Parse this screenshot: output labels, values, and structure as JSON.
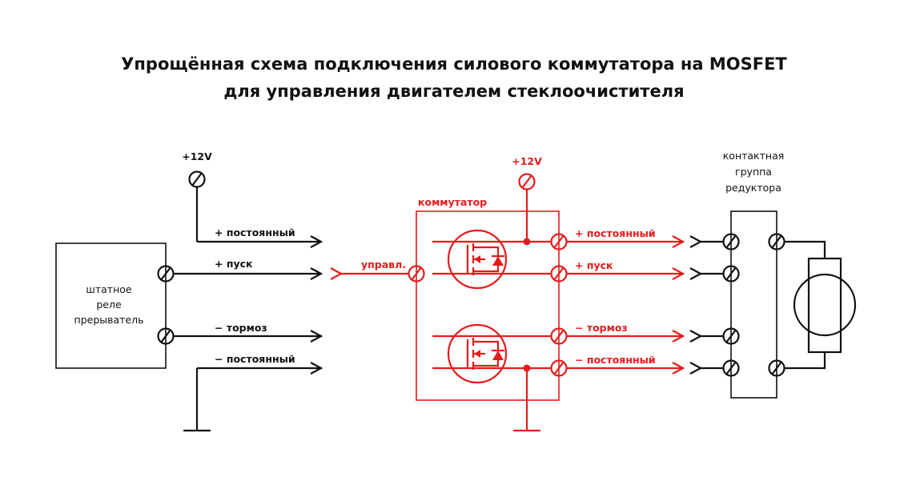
{
  "title_line1": "Упрощённая схема подключения силового коммутатора на MOSFET",
  "title_line2": "для управления двигателем стеклоочистителя",
  "colors": {
    "black": "#111111",
    "red": "#e31c1c"
  },
  "left": {
    "supply_label": "+12V",
    "relay_label": [
      "штатное",
      "реле",
      "прерыватель"
    ],
    "wire_plus_const": "+ постоянный",
    "wire_plus_start": "+ пуск",
    "wire_minus_brake": "− тормоз",
    "wire_minus_const": "− постоянный"
  },
  "switch": {
    "supply_label": "+12V",
    "box_label": "коммутатор",
    "control_label": "управл.",
    "out_plus_const": "+ постоянный",
    "out_plus_start": "+ пуск",
    "out_minus_brake": "− тормоз",
    "out_minus_const": "− постоянный"
  },
  "reducer": {
    "label": [
      "контактная",
      "группа",
      "редуктора"
    ]
  }
}
